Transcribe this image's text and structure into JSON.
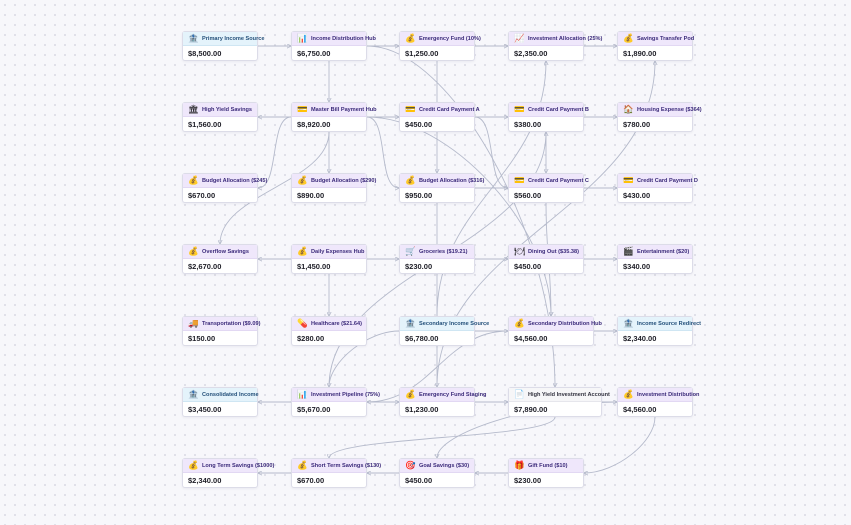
{
  "nodes": [
    {
      "id": "n0",
      "icon": "🏦",
      "icon_name": "bank-icon",
      "title": "Primary Income Source",
      "amount": "$8,500.00",
      "theme": "blue"
    },
    {
      "id": "n1",
      "icon": "📊",
      "icon_name": "bar-chart-icon",
      "title": "Income Distribution Hub",
      "amount": "$6,750.00",
      "theme": "purple"
    },
    {
      "id": "n2",
      "icon": "💰",
      "icon_name": "money-bag-icon",
      "title": "Emergency Fund (10%)",
      "amount": "$1,250.00",
      "theme": "purple"
    },
    {
      "id": "n3",
      "icon": "📈",
      "icon_name": "trend-up-icon",
      "title": "Investment Allocation (25%)",
      "amount": "$2,350.00",
      "theme": "purple"
    },
    {
      "id": "n4",
      "icon": "💰",
      "icon_name": "money-bag-icon",
      "title": "Savings Transfer Pod",
      "amount": "$1,890.00",
      "theme": "purple"
    },
    {
      "id": "n5",
      "icon": "🏛",
      "icon_name": "bank-building-icon",
      "title": "High Yield Savings",
      "amount": "$1,560.00",
      "theme": "purple"
    },
    {
      "id": "n6",
      "icon": "💳",
      "icon_name": "credit-card-icon",
      "title": "Master Bill Payment Hub",
      "amount": "$8,920.00",
      "theme": "purple"
    },
    {
      "id": "n7",
      "icon": "💳",
      "icon_name": "credit-card-icon",
      "title": "Credit Card Payment A",
      "amount": "$450.00",
      "theme": "purple"
    },
    {
      "id": "n8",
      "icon": "💳",
      "icon_name": "credit-card-icon",
      "title": "Credit Card Payment B",
      "amount": "$380.00",
      "theme": "purple"
    },
    {
      "id": "n9",
      "icon": "🏠",
      "icon_name": "house-icon",
      "title": "Housing Expense ($364)",
      "amount": "$780.00",
      "theme": "purple"
    },
    {
      "id": "n10",
      "icon": "💰",
      "icon_name": "money-bag-icon",
      "title": "Budget Allocation ($245)",
      "amount": "$670.00",
      "theme": "purple"
    },
    {
      "id": "n11",
      "icon": "💰",
      "icon_name": "money-bag-icon",
      "title": "Budget Allocation ($290)",
      "amount": "$890.00",
      "theme": "purple"
    },
    {
      "id": "n12",
      "icon": "💰",
      "icon_name": "money-bag-icon",
      "title": "Budget Allocation ($316)",
      "amount": "$950.00",
      "theme": "purple"
    },
    {
      "id": "n13",
      "icon": "💳",
      "icon_name": "credit-card-icon",
      "title": "Credit Card Payment C",
      "amount": "$560.00",
      "theme": "purple"
    },
    {
      "id": "n14",
      "icon": "💳",
      "icon_name": "credit-card-icon",
      "title": "Credit Card Payment D",
      "amount": "$430.00",
      "theme": "purple"
    },
    {
      "id": "n15",
      "icon": "💰",
      "icon_name": "money-bag-icon",
      "title": "Overflow Savings",
      "amount": "$2,670.00",
      "theme": "purple"
    },
    {
      "id": "n16",
      "icon": "💰",
      "icon_name": "money-bag-icon",
      "title": "Daily Expenses Hub",
      "amount": "$1,450.00",
      "theme": "purple"
    },
    {
      "id": "n17",
      "icon": "🛒",
      "icon_name": "shopping-cart-icon",
      "title": "Groceries ($19.21)",
      "amount": "$230.00",
      "theme": "purple"
    },
    {
      "id": "n18",
      "icon": "🍽",
      "icon_name": "dining-icon",
      "title": "Dining Out ($35.38)",
      "amount": "$450.00",
      "theme": "purple"
    },
    {
      "id": "n19",
      "icon": "🎬",
      "icon_name": "clapperboard-icon",
      "title": "Entertainment ($20)",
      "amount": "$340.00",
      "theme": "purple"
    },
    {
      "id": "n20",
      "icon": "🚚",
      "icon_name": "truck-icon",
      "title": "Transportation ($9.09)",
      "amount": "$150.00",
      "theme": "purple"
    },
    {
      "id": "n21",
      "icon": "💊",
      "icon_name": "pill-icon",
      "title": "Healthcare ($21.64)",
      "amount": "$280.00",
      "theme": "purple"
    },
    {
      "id": "n22",
      "icon": "🏦",
      "icon_name": "bank-icon",
      "title": "Secondary Income Source",
      "amount": "$6,780.00",
      "theme": "blue"
    },
    {
      "id": "n23",
      "icon": "💰",
      "icon_name": "money-bag-icon",
      "title": "Secondary Distribution Hub",
      "amount": "$4,560.00",
      "theme": "purple"
    },
    {
      "id": "n24",
      "icon": "🏦",
      "icon_name": "bank-icon",
      "title": "Income Source Redirect",
      "amount": "$2,340.00",
      "theme": "blue"
    },
    {
      "id": "n25",
      "icon": "🏦",
      "icon_name": "bank-icon",
      "title": "Consolidated Income",
      "amount": "$3,450.00",
      "theme": "blue"
    },
    {
      "id": "n26",
      "icon": "📊",
      "icon_name": "bar-chart-icon",
      "title": "Investment Pipeline (75%)",
      "amount": "$5,670.00",
      "theme": "purple"
    },
    {
      "id": "n27",
      "icon": "💰",
      "icon_name": "money-bag-icon",
      "title": "Emergency Fund Staging",
      "amount": "$1,230.00",
      "theme": "purple"
    },
    {
      "id": "n28",
      "icon": "📄",
      "icon_name": "document-icon",
      "title": "High Yield Investment Account",
      "amount": "$7,890.00",
      "theme": "plain"
    },
    {
      "id": "n29",
      "icon": "💰",
      "icon_name": "money-bag-icon",
      "title": "Investment Distribution",
      "amount": "$4,560.00",
      "theme": "purple"
    },
    {
      "id": "n30",
      "icon": "💰",
      "icon_name": "money-bag-icon",
      "title": "Long Term Savings ($1000)",
      "amount": "$2,340.00",
      "theme": "purple"
    },
    {
      "id": "n31",
      "icon": "💰",
      "icon_name": "money-bag-icon",
      "title": "Short Term Savings ($130)",
      "amount": "$670.00",
      "theme": "purple"
    },
    {
      "id": "n32",
      "icon": "🎯",
      "icon_name": "target-icon",
      "title": "Goal Savings ($30)",
      "amount": "$450.00",
      "theme": "purple"
    },
    {
      "id": "n33",
      "icon": "🎁",
      "icon_name": "gift-icon",
      "title": "Gift Fund ($10)",
      "amount": "$230.00",
      "theme": "purple"
    }
  ]
}
